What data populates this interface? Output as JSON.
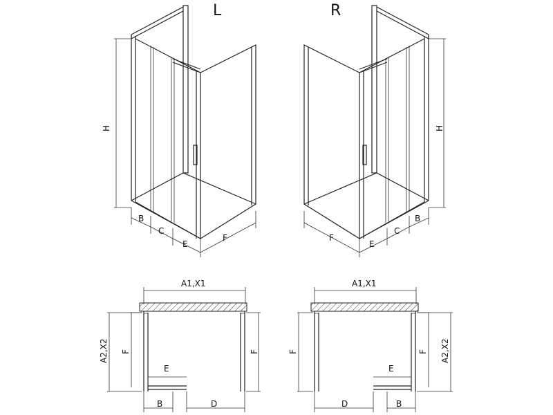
{
  "views": {
    "left_title": "L",
    "right_title": "R"
  },
  "labels": {
    "H": "H",
    "B": "B",
    "C": "C",
    "E": "E",
    "F": "F",
    "D": "D",
    "A1": "A1,X1",
    "A2": "A2,X2"
  },
  "colors": {
    "line": "#222222",
    "background": "#ffffff"
  }
}
